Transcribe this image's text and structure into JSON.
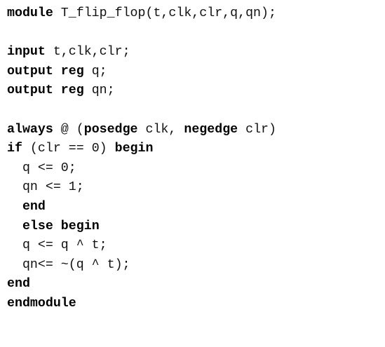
{
  "code": {
    "language": "verilog",
    "lines": [
      [
        {
          "t": "module",
          "kw": true
        },
        {
          "t": " T_flip_flop(t,clk,clr,q,qn);"
        }
      ],
      [],
      [
        {
          "t": "input",
          "kw": true
        },
        {
          "t": " t,clk,clr;"
        }
      ],
      [
        {
          "t": "output reg",
          "kw": true
        },
        {
          "t": " q;"
        }
      ],
      [
        {
          "t": "output reg",
          "kw": true
        },
        {
          "t": " qn;"
        }
      ],
      [],
      [
        {
          "t": "always",
          "kw": true
        },
        {
          "t": " @ ("
        },
        {
          "t": "posedge",
          "kw": true
        },
        {
          "t": " clk, "
        },
        {
          "t": "negedge",
          "kw": true
        },
        {
          "t": " clr)"
        }
      ],
      [
        {
          "t": "if",
          "kw": true
        },
        {
          "t": " (clr == 0) "
        },
        {
          "t": "begin",
          "kw": true
        }
      ],
      [
        {
          "t": "  q <= 0;"
        }
      ],
      [
        {
          "t": "  qn <= 1;"
        }
      ],
      [
        {
          "t": "  "
        },
        {
          "t": "end",
          "kw": true
        }
      ],
      [
        {
          "t": "  "
        },
        {
          "t": "else begin",
          "kw": true
        }
      ],
      [
        {
          "t": "  q <= q ^ t;"
        }
      ],
      [
        {
          "t": "  qn<= ~(q ^ t);"
        }
      ],
      [
        {
          "t": "end",
          "kw": true
        }
      ],
      [
        {
          "t": "endmodule",
          "kw": true
        }
      ]
    ]
  }
}
